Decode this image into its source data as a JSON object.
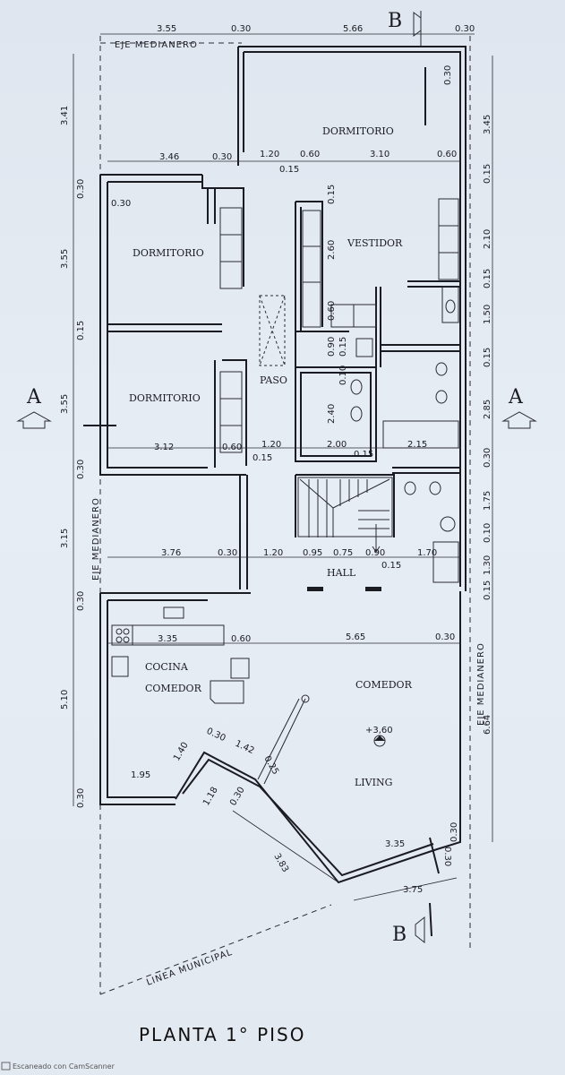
{
  "title": "PLANTA 1° PISO",
  "footer": "Escaneado con CamScanner",
  "labels": {
    "eje_top": "EJE MEDIANERO",
    "eje_left": "EJE MEDIANERO",
    "eje_right": "EJE MEDIANERO",
    "linea_municipal": "LINEA MUNICIPAL",
    "level": "+3,60"
  },
  "sections": {
    "a_left": "A",
    "a_right": "A",
    "b_top": "B",
    "b_bottom": "B"
  },
  "rooms": {
    "dormitorio_top": "DORMITORIO",
    "dormitorio_mid": "DORMITORIO",
    "dormitorio_low": "DORMITORIO",
    "vestidor": "VESTIDOR",
    "paso": "PASO",
    "hall": "HALL",
    "cocina": "COCINA",
    "cocina_comedor": "COMEDOR",
    "comedor": "COMEDOR",
    "living": "LIVING"
  },
  "dims_top": {
    "a": "3.55",
    "b": "0.30",
    "c": "5.66",
    "d": "0.30"
  },
  "dims_left": {
    "a": "3.41",
    "b": "0.30",
    "c": "3.55",
    "d": "0.15",
    "e": "3.55",
    "f": "0.30",
    "g": "3.15",
    "h": "0.30",
    "i": "5.10",
    "j": "0.30"
  },
  "dims_right": {
    "a": "0.30",
    "b": "3.45",
    "c": "0.15",
    "d": "2.10",
    "e": "0.15",
    "f": "1.50",
    "g": "0.15",
    "h": "2.85",
    "i": "0.30",
    "j": "1.75",
    "k": "0.10",
    "l": "1.30",
    "m": "0.15",
    "n": "6.64",
    "o": "0.30"
  },
  "dims_inner": {
    "r1_a": "3.46",
    "r1_b": "0.30",
    "r1_c": "1.20",
    "r1_d": "0.60",
    "r1_e": "3.10",
    "r1_f": "0.60",
    "r1_g": "0.15",
    "r1_h": "0.30",
    "v_a": "0.15",
    "v_b": "2.60",
    "v_c": "0.60",
    "v_d": "0.90",
    "v_e": "0.15",
    "b_a": "0.10",
    "b_b": "2.40",
    "r2_a": "3.12",
    "r2_b": "0.60",
    "r2_c": "1.20",
    "r2_d": "2.00",
    "r2_e": "2.15",
    "r2_f": "0.15",
    "r2_g": "0.15",
    "r3_a": "3.76",
    "r3_b": "0.30",
    "r3_c": "1.20",
    "r3_d": "0.95",
    "r3_e": "0.75",
    "r3_f": "0.90",
    "r3_g": "1.70",
    "r3_h": "0.15",
    "r4_a": "3.35",
    "r4_b": "0.60",
    "r4_c": "5.65",
    "r4_d": "0.30",
    "k_a": "1.95",
    "k_b": "1.40",
    "k_c": "0.30",
    "k_d": "1.42",
    "k_e": "0.25",
    "k_f": "1.18",
    "k_g": "0.30",
    "l_a": "3.83",
    "l_b": "3.35",
    "l_c": "3.75",
    "l_d": "0.30"
  }
}
